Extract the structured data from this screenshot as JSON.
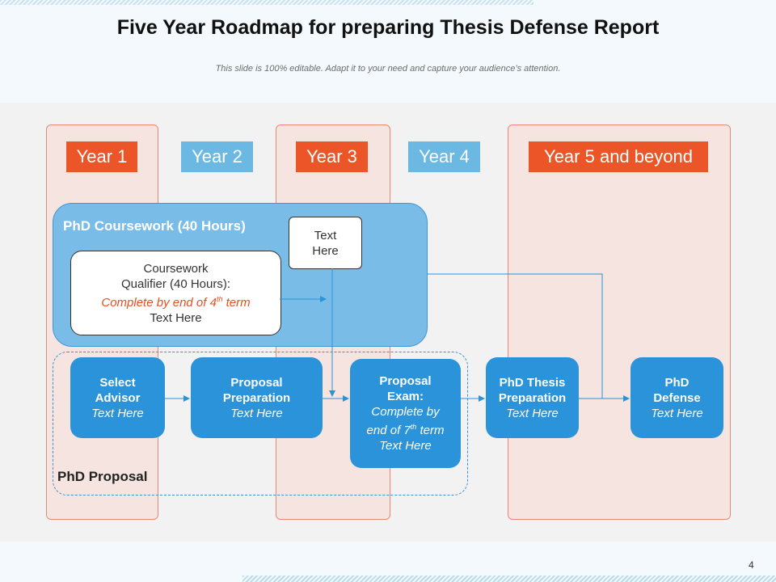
{
  "title": "Five Year Roadmap for preparing Thesis Defense Report",
  "subtitle": "This slide is 100% editable. Adapt it to your need and capture your audience’s attention.",
  "years": [
    "Year 1",
    "Year 2",
    "Year 3",
    "Year 4",
    "Year 5 and beyond"
  ],
  "coursework": {
    "label": "PhD Coursework (40 Hours)",
    "qualifier_line1": "Coursework",
    "qualifier_line2": "Qualifier (40 Hours):",
    "qualifier_due_prefix": "Complete by end of 4",
    "qualifier_due_sup": "th",
    "qualifier_due_suffix": " term",
    "qualifier_text": "Text Here",
    "note_line1": "Text",
    "note_line2": "Here"
  },
  "proposal": {
    "label": "PhD Proposal",
    "steps": [
      {
        "title1": "Select",
        "title2": "Advisor",
        "text": "Text Here"
      },
      {
        "title1": "Proposal",
        "title2": "Preparation",
        "text": "Text Here"
      },
      {
        "title1": "Proposal",
        "title2": "Exam:",
        "due1": "Complete by",
        "due2_prefix": "end of 7",
        "due2_sup": "th",
        "due2_suffix": " term",
        "text": "Text Here"
      },
      {
        "title1": "PhD Thesis",
        "title2": "Preparation",
        "text": "Text Here"
      },
      {
        "title1": "PhD",
        "title2": "Defense",
        "text": "Text Here"
      }
    ]
  },
  "colors": {
    "accent_red": "#ec5527",
    "accent_blue": "#6bb8e3",
    "step_blue": "#2b93d9"
  },
  "page_number": "4"
}
